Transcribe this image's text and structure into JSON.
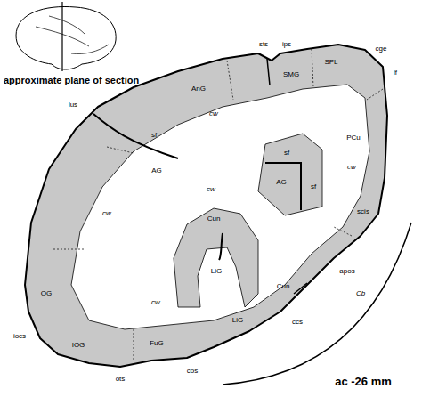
{
  "diagram": {
    "labels": [
      "approximate plane of section",
      "sts",
      "ips",
      "SMG",
      "SPL",
      "cge",
      "lf",
      "AnG",
      "lus",
      "cw",
      "sf",
      "AG",
      "cw",
      "sf",
      "AG",
      "sf",
      "PCu",
      "cw",
      "scis",
      "Cun",
      "LiG",
      "cw",
      "OG",
      "Cb",
      "apos",
      "Cun",
      "cw",
      "ccs",
      "iocs",
      "LiG",
      "IOG",
      "FuG",
      "cos",
      "ots",
      "ac -26 mm"
    ]
  }
}
